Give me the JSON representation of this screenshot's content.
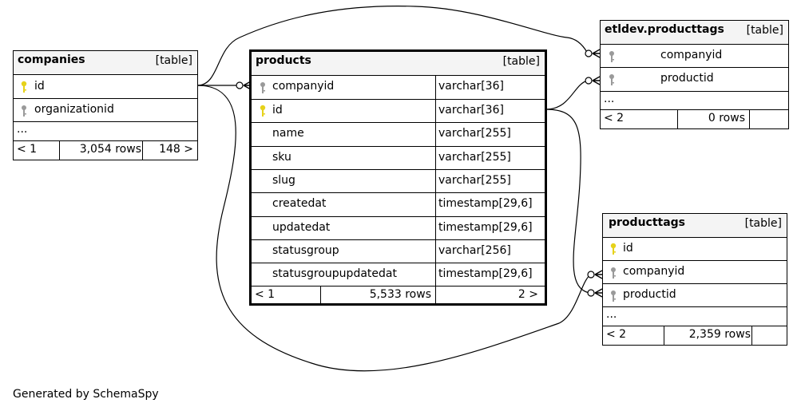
{
  "colors": {
    "primary_key": "#e6d21a",
    "foreign_key": "#9a9a9a",
    "header_bg": "#f4f4f4"
  },
  "companies": {
    "name": "companies",
    "kind": "[table]",
    "columns": [
      "id",
      "organizationid"
    ],
    "more": "...",
    "nav": {
      "prev": "< 1",
      "rows": "3,054 rows",
      "next": "148 >"
    }
  },
  "products": {
    "name": "products",
    "kind": "[table]",
    "columns": [
      {
        "name": "companyid",
        "type": "varchar[36]"
      },
      {
        "name": "id",
        "type": "varchar[36]"
      },
      {
        "name": "name",
        "type": "varchar[255]"
      },
      {
        "name": "sku",
        "type": "varchar[255]"
      },
      {
        "name": "slug",
        "type": "varchar[255]"
      },
      {
        "name": "createdat",
        "type": "timestamp[29,6]"
      },
      {
        "name": "updatedat",
        "type": "timestamp[29,6]"
      },
      {
        "name": "statusgroup",
        "type": "varchar[256]"
      },
      {
        "name": "statusgroupupdatedat",
        "type": "timestamp[29,6]"
      }
    ],
    "nav": {
      "prev": "< 1",
      "rows": "5,533 rows",
      "next": "2 >"
    }
  },
  "etl_producttags": {
    "name": "etldev.producttags",
    "kind": "[table]",
    "columns": [
      "companyid",
      "productid"
    ],
    "more": "...",
    "nav": {
      "prev": "< 2",
      "rows": "0 rows"
    }
  },
  "producttags": {
    "name": "producttags",
    "kind": "[table]",
    "columns": [
      "id",
      "companyid",
      "productid"
    ],
    "more": "...",
    "nav": {
      "prev": "< 2",
      "rows": "2,359 rows"
    }
  },
  "footer": "Generated by SchemaSpy"
}
